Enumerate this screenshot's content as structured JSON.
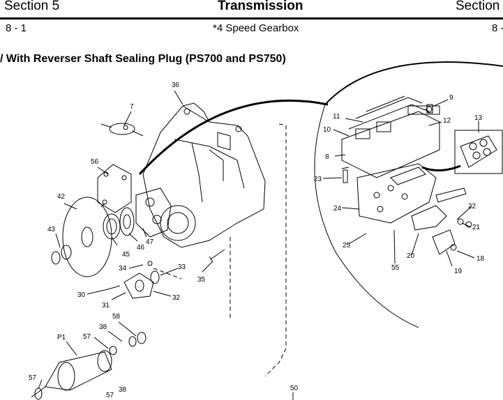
{
  "header": {
    "section_left": "Section 5",
    "title": "Transmission",
    "section_right": "Section",
    "page_left": "8 - 1",
    "subtitle": "*4 Speed Gearbox",
    "page_right": "8 -"
  },
  "figure": {
    "title": "/ With Reverser Shaft Sealing Plug (PS700 and PS750)",
    "callouts": [
      "36",
      "7",
      "56",
      "42",
      "43",
      "45",
      "46",
      "47",
      "34",
      "33",
      "35",
      "30",
      "31",
      "32",
      "58",
      "38",
      "57",
      "P1",
      "57",
      "57",
      "38",
      "50",
      "9",
      "11",
      "12",
      "10",
      "13",
      "8",
      "23",
      "24",
      "22",
      "21",
      "25",
      "55",
      "20",
      "19",
      "18"
    ]
  }
}
